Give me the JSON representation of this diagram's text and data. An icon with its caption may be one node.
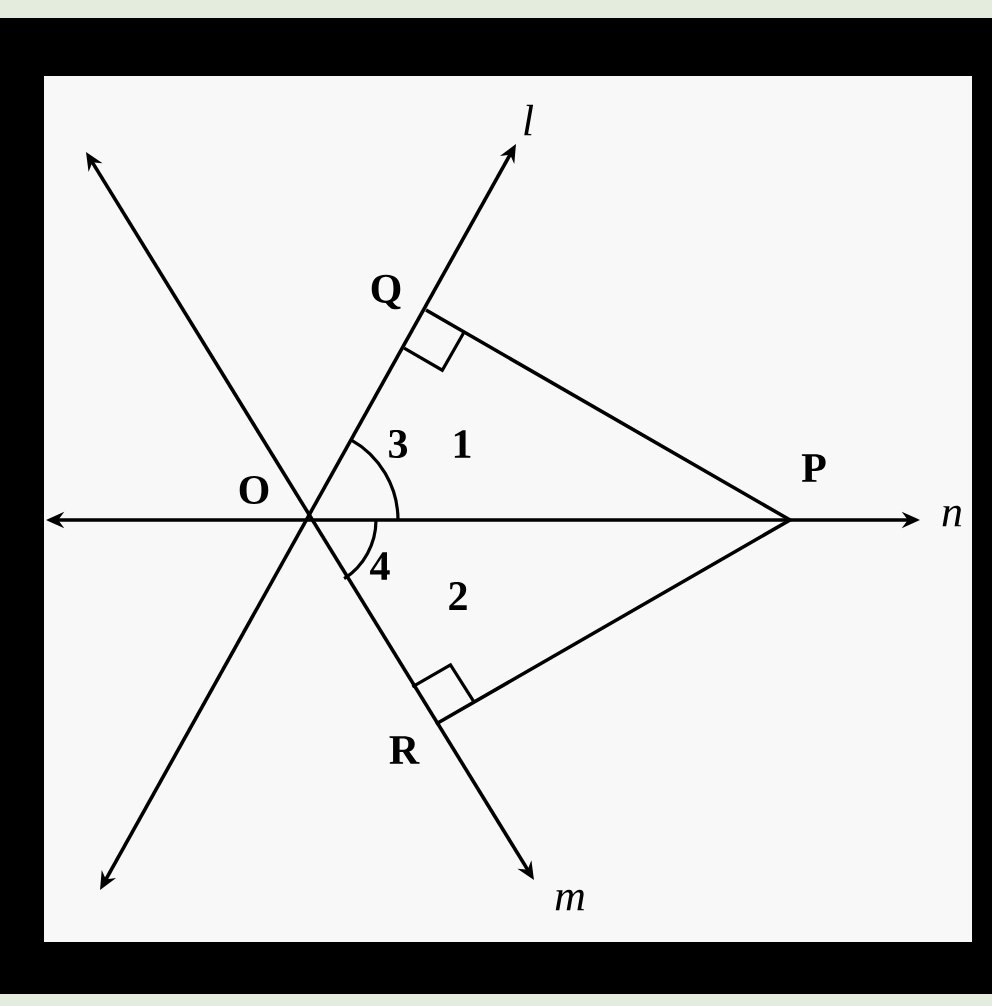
{
  "diagram": {
    "labels": [
      "l",
      "Q",
      "3",
      "1",
      "O",
      "P",
      "n",
      "4",
      "2",
      "R",
      "m"
    ]
  }
}
